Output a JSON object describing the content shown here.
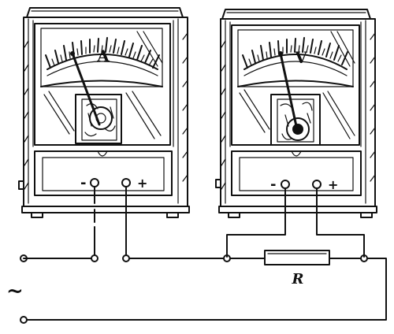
{
  "meters": [
    {
      "id": "ammeter",
      "letter": "A",
      "neg": "-",
      "pos": "+"
    },
    {
      "id": "voltmeter",
      "letter": "V",
      "neg": "-",
      "pos": "+"
    }
  ],
  "resistor": {
    "label": "R"
  },
  "source": {
    "symbol": "~"
  },
  "icons": [
    "ammeter-icon",
    "voltmeter-icon",
    "resistor-icon",
    "ac-source-icon"
  ]
}
